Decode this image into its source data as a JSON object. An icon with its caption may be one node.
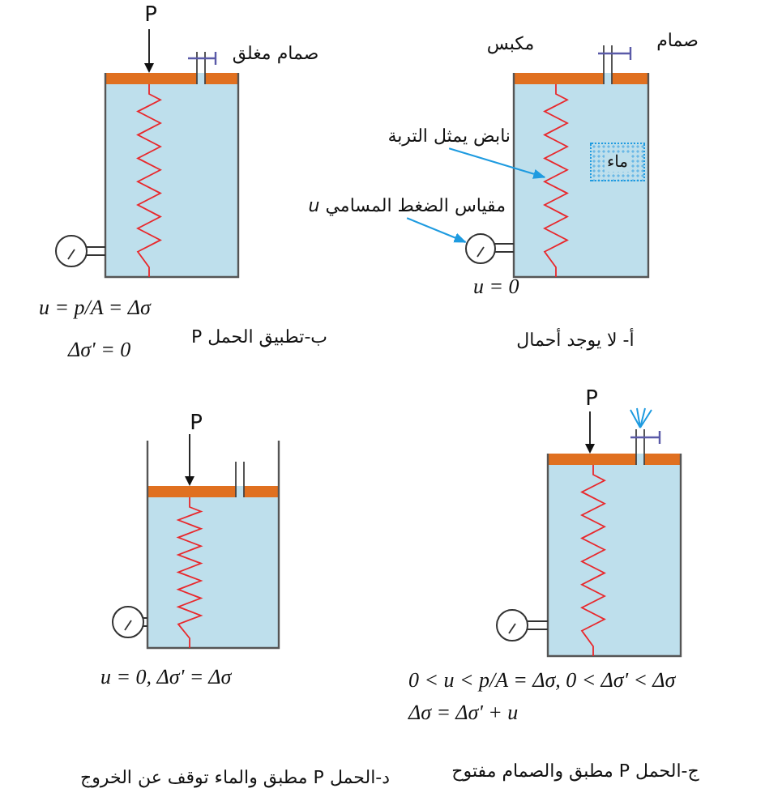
{
  "diagram": {
    "nodes": [
      {
        "text": [
          "نابض يمثل التربة"
        ]
      },
      {
        "text": [],
        "shape": "spring"
      },
      {
        "text": [
          "مقياس الضغط المسامي *u*"
        ]
      },
      {
        "text": [],
        "shape": "circle"
      },
      {
        "text": [
          "ماء"
        ]
      }
    ],
    "edges": [
      {
        "from": 0,
        "to": 1,
        "arrow": "to",
        "color": "#1e9be0"
      },
      {
        "from": 2,
        "to": 3,
        "arrow": "to",
        "color": "#1e9be0"
      }
    ],
    "labels": [
      "P",
      "صمام مغلق",
      "مكبس",
      "صمام",
      "u = 0",
      "u = p/A = Δσ",
      "Δσ' = 0",
      "ب-تطبيق الحمل P",
      "أ- لا يوجد أحمال",
      "P",
      "P",
      "u = 0,  Δσ' = Δσ",
      "0 < u < p/A = Δσ, 0 < Δσ' < Δσ",
      "Δσ = Δσ' + u",
      "د-الحمل P مطبق والماء توقف عن الخروج",
      "ج-الحمل P مطبق والصمام مفتوح"
    ]
  }
}
